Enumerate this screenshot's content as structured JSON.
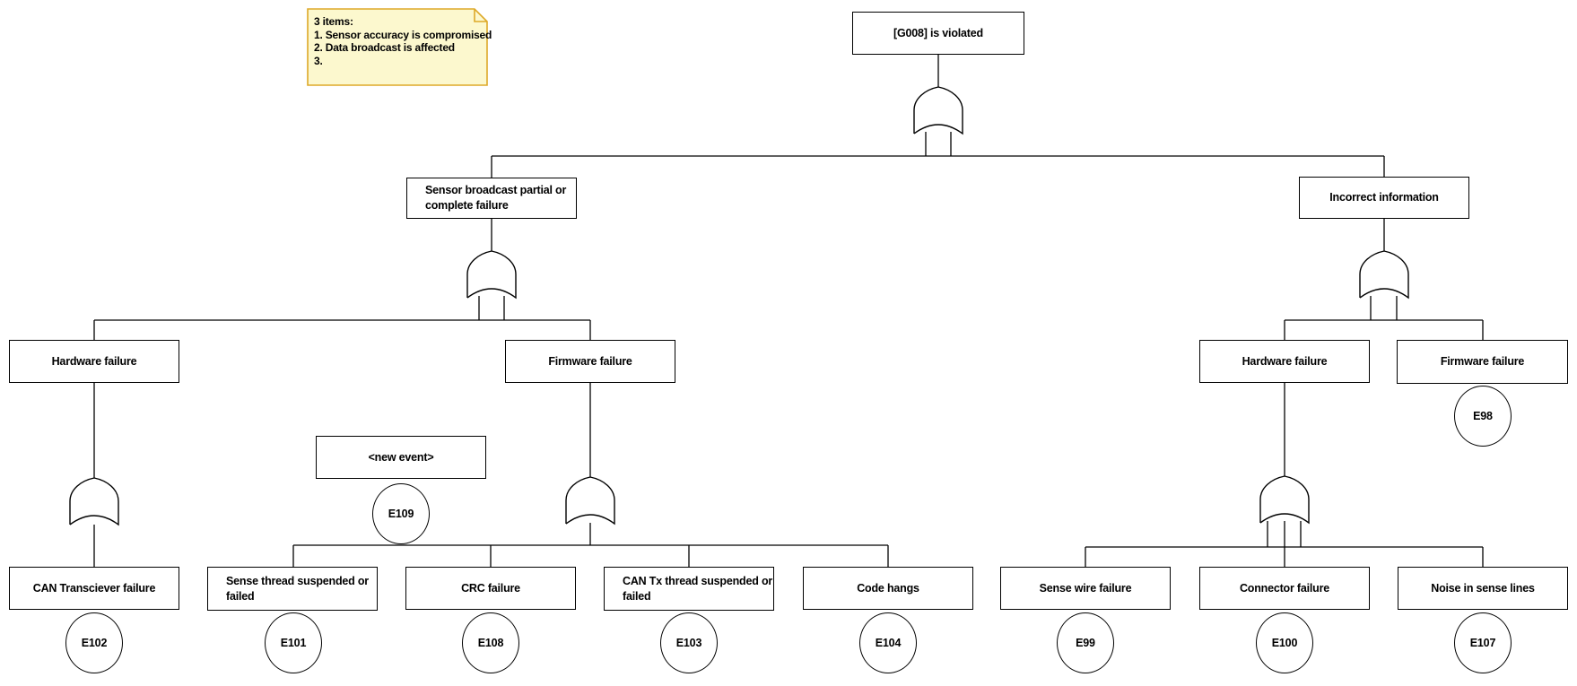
{
  "note": {
    "lines": [
      "3 items:",
      "1. Sensor accuracy is compromised",
      "2. Data broadcast is affected",
      "3."
    ]
  },
  "boxes": {
    "g008": {
      "label": "[G008] is violated"
    },
    "sensor_broadcast": {
      "line1": "Sensor broadcast partial or",
      "line2": "complete failure"
    },
    "incorrect_information": {
      "label": "Incorrect information"
    },
    "hardware_failure_left": {
      "label": "Hardware failure"
    },
    "firmware_failure_left": {
      "label": "Firmware failure"
    },
    "new_event": {
      "label": "<new event>"
    },
    "can_transciever": {
      "label": "CAN Transciever failure"
    },
    "sense_thread": {
      "line1": "Sense thread suspended or",
      "line2": "failed"
    },
    "crc": {
      "label": "CRC failure"
    },
    "can_tx": {
      "line1": "CAN Tx thread suspended or",
      "line2": "failed"
    },
    "code_hangs": {
      "label": "Code hangs"
    },
    "sense_wire": {
      "label": "Sense wire failure"
    },
    "hardware_failure_right": {
      "label": "Hardware failure"
    },
    "connector": {
      "label": "Connector failure"
    },
    "noise": {
      "label": "Noise in sense lines"
    },
    "firmware_failure_right": {
      "label": "Firmware failure"
    }
  },
  "events": {
    "e102": {
      "label": "E102"
    },
    "e101": {
      "label": "E101"
    },
    "e108": {
      "label": "E108"
    },
    "e103": {
      "label": "E103"
    },
    "e104": {
      "label": "E104"
    },
    "e99": {
      "label": "E99"
    },
    "e100": {
      "label": "E100"
    },
    "e107": {
      "label": "E107"
    },
    "e98": {
      "label": "E98"
    },
    "e109": {
      "label": "E109"
    }
  },
  "gates": {
    "type": "OR"
  },
  "colors": {
    "note_fill": "#FCF8CE",
    "note_border": "#DDA928",
    "line": "#000000",
    "background": "#FFFFFF"
  }
}
